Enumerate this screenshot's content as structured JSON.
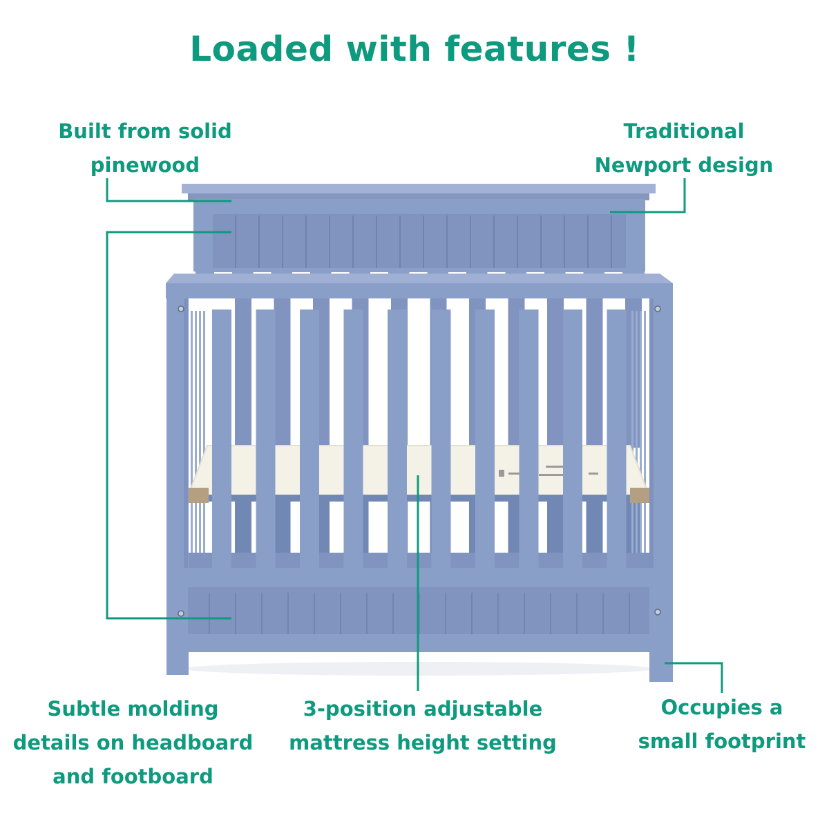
{
  "headline": "Loaded with features !",
  "callouts": {
    "solid_pinewood": [
      "Built from solid",
      "pinewood"
    ],
    "newport_design": [
      "Traditional",
      "Newport design"
    ],
    "molding_details": [
      "Subtle molding",
      "details on headboard",
      "and footboard"
    ],
    "mattress_height": [
      "3-position adjustable",
      "mattress height setting"
    ],
    "small_footprint": [
      "Occupies a",
      "small footprint"
    ]
  },
  "colors": {
    "accent": "#0e9a7e",
    "crib_blue": "#8a9fc8",
    "crib_shadow": "#7187b4",
    "mattress": "#f4f1e6",
    "background": "#ffffff"
  }
}
